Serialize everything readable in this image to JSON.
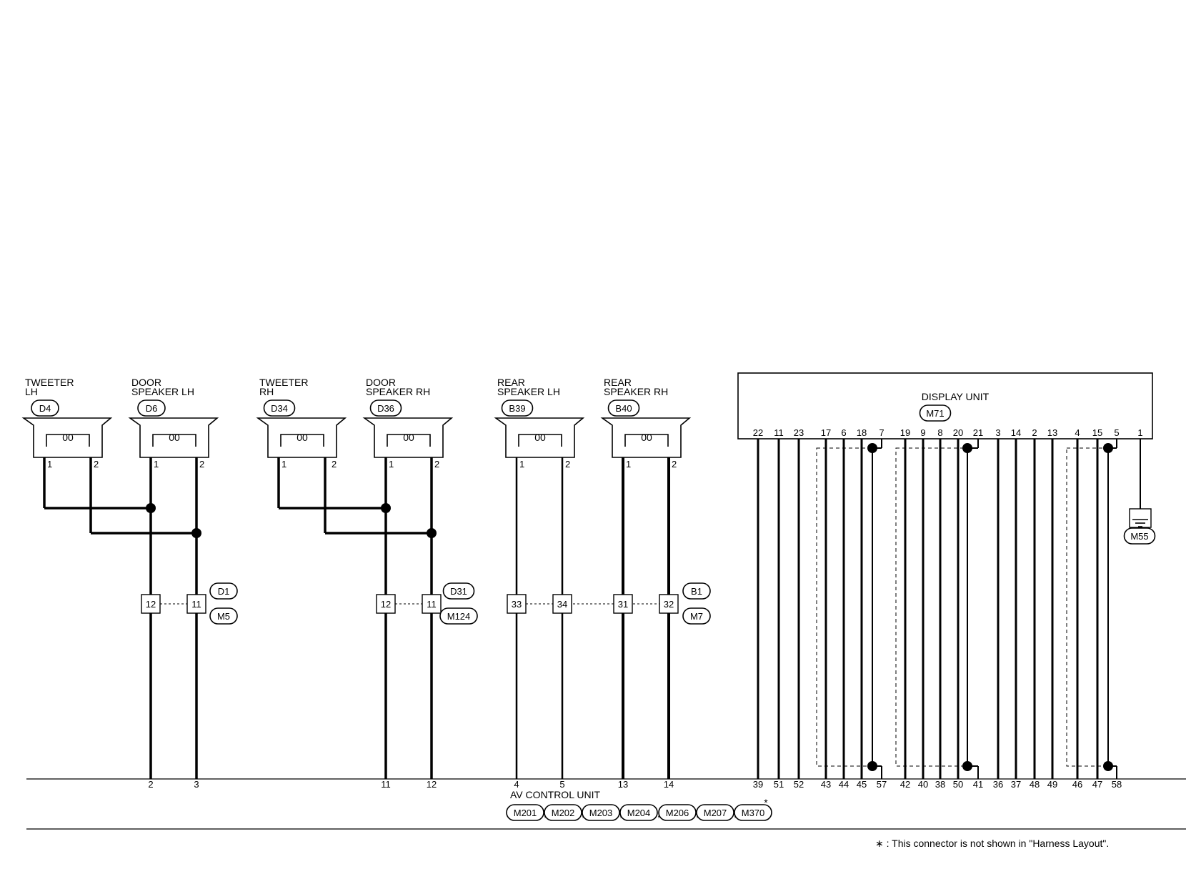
{
  "speakers": [
    {
      "title1": "TWEETER",
      "title2": "LH",
      "conn": "D4",
      "p1": "1",
      "p2": "2"
    },
    {
      "title1": "DOOR",
      "title2": "SPEAKER LH",
      "conn": "D6",
      "p1": "1",
      "p2": "2"
    },
    {
      "title1": "TWEETER",
      "title2": "RH",
      "conn": "D34",
      "p1": "1",
      "p2": "2"
    },
    {
      "title1": "DOOR",
      "title2": "SPEAKER RH",
      "conn": "D36",
      "p1": "1",
      "p2": "2"
    },
    {
      "title1": "REAR",
      "title2": "SPEAKER LH",
      "conn": "B39",
      "p1": "1",
      "p2": "2"
    },
    {
      "title1": "REAR",
      "title2": "SPEAKER RH",
      "conn": "B40",
      "p1": "1",
      "p2": "2"
    }
  ],
  "coil_label": "00",
  "junctions": [
    {
      "pins": [
        "12",
        "11"
      ],
      "conn_top": "D1",
      "conn_bot": "M5"
    },
    {
      "pins": [
        "12",
        "11"
      ],
      "conn_top": "D31",
      "conn_bot": "M124"
    },
    {
      "pins": [
        "33",
        "34",
        "31",
        "32"
      ],
      "conn_top": "B1",
      "conn_bot": "M7"
    }
  ],
  "display": {
    "title": "DISPLAY UNIT",
    "conn": "M71",
    "pins_top": [
      "22",
      "11",
      "23",
      "17",
      "6",
      "18",
      "7",
      "19",
      "9",
      "8",
      "20",
      "21",
      "3",
      "14",
      "2",
      "13",
      "4",
      "15",
      "5",
      "1"
    ],
    "ground_conn": "M55"
  },
  "av": {
    "title": "AV CONTROL UNIT",
    "pins": [
      "2",
      "3",
      "11",
      "12",
      "4",
      "5",
      "13",
      "14",
      "39",
      "51",
      "52",
      "43",
      "44",
      "45",
      "57",
      "42",
      "40",
      "38",
      "50",
      "41",
      "36",
      "37",
      "48",
      "49",
      "46",
      "47",
      "58"
    ],
    "conns": [
      "M201",
      "M202",
      "M203",
      "M204",
      "M206",
      "M207",
      "M370"
    ],
    "star": "*"
  },
  "footnote": "∗ : This connector is not shown in \"Harness Layout\"."
}
